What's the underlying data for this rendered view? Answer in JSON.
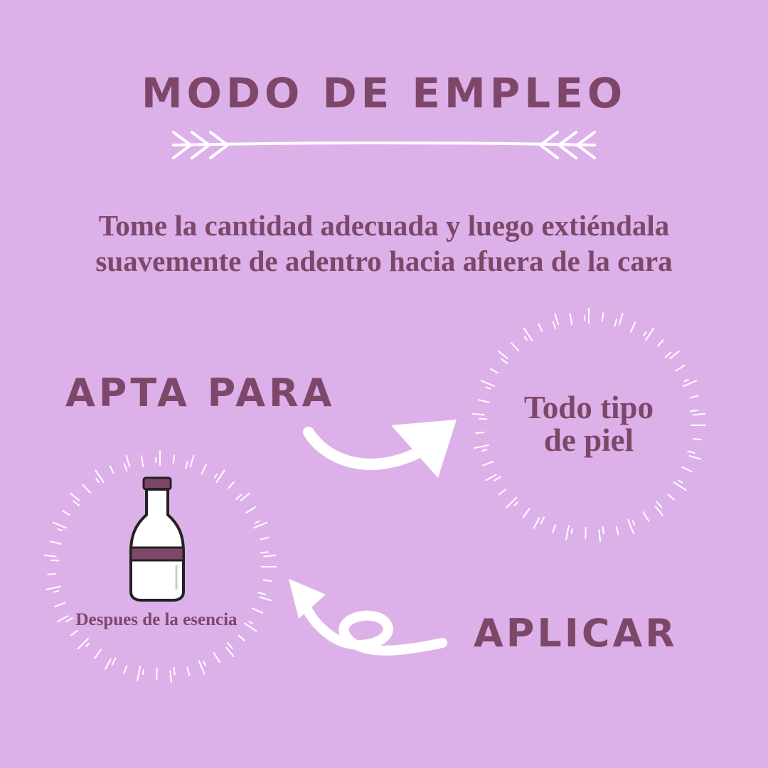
{
  "header": {
    "title": "MODO DE EMPLEO"
  },
  "instructions": {
    "line1": "Tome la cantidad adecuada y luego extiéndala",
    "line2": "suavemente de adentro hacia afuera de la cara"
  },
  "suitable": {
    "label": "APTA PARA",
    "line1": "Todo tipo",
    "line2": "de piel"
  },
  "apply": {
    "label": "APLICAR",
    "caption": "Despues de la esencia"
  },
  "icons": {
    "divider": "arrow-divider-icon",
    "bottle": "bottle-icon",
    "arrow_right": "curved-arrow-right-icon",
    "arrow_left": "curved-loop-arrow-left-icon",
    "burst": "sunburst-icon"
  },
  "colors": {
    "background": "#dcb1e9",
    "text": "#7e4769",
    "accent": "#ffffff"
  }
}
